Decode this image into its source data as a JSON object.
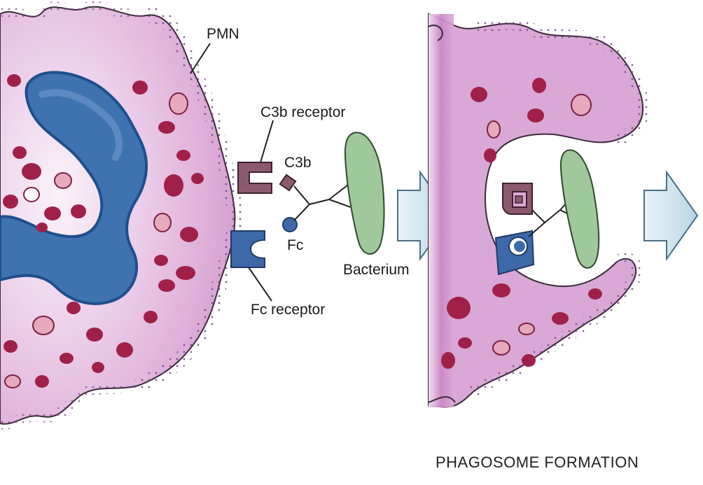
{
  "labels": {
    "pmn": "PMN",
    "c3b_receptor": "C3b receptor",
    "c3b": "C3b",
    "fc": "Fc",
    "bacterium": "Bacterium",
    "fc_receptor": "Fc receptor"
  },
  "caption": "PHAGOSOME FORMATION",
  "colors": {
    "cytoplasm": "#d9a8d6",
    "cytoplasm_light": "#f6e7f5",
    "granule_border": "#9b6fb0",
    "nucleus": "#3f72b0",
    "nucleus_dark": "#1f4f8c",
    "granule": "#a0204a",
    "granule_light": "#e6a9bd",
    "c3b_receptor": "#8c5a6e",
    "fc_receptor": "#3d69aa",
    "bacterium": "#9fc99a",
    "arrow": "#cfe3ef"
  }
}
